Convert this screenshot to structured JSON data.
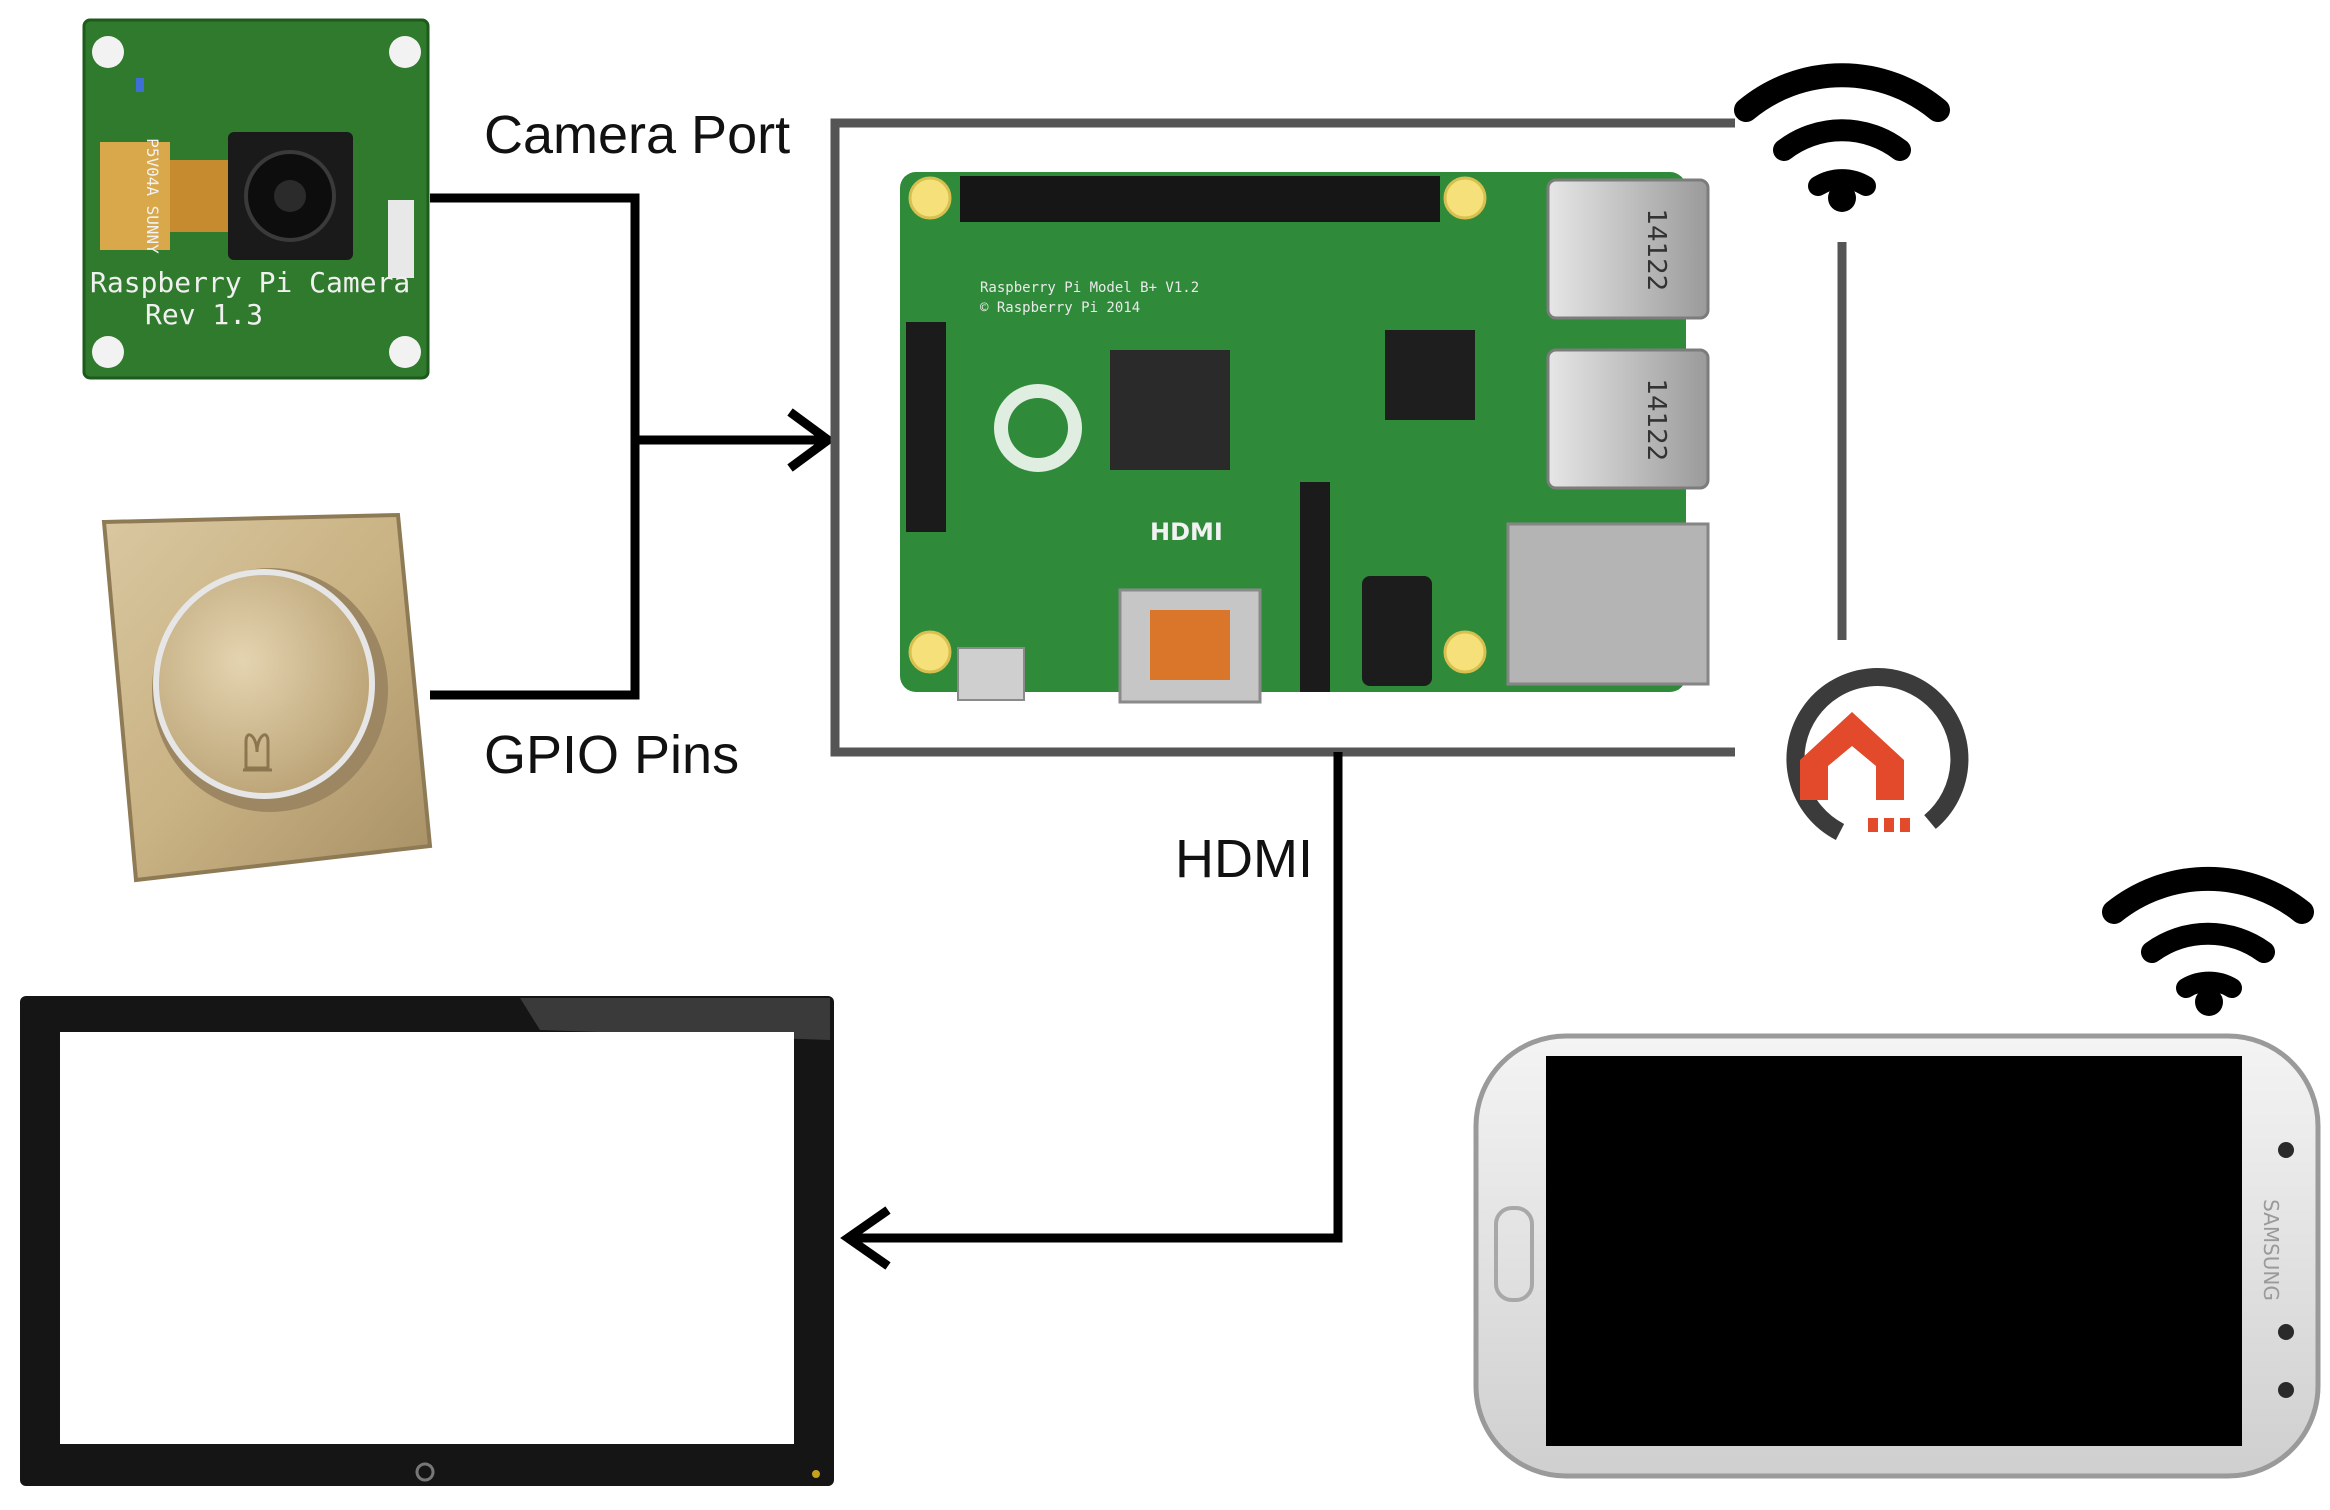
{
  "labels": {
    "camera_port": "Camera Port",
    "gpio_pins": "GPIO Pins",
    "hdmi": "HDMI"
  },
  "board_text": {
    "camera_model": "Raspberry Pi Camera",
    "camera_rev": "Rev 1.3",
    "camera_sensor": "P5V04A SUNNY",
    "pi_model": "Raspberry Pi Model B+ V1.2",
    "pi_copyright": "© Raspberry Pi 2014",
    "pi_hdmi": "HDMI",
    "usb_code": "14122",
    "phone_brand": "SAMSUNG"
  },
  "colors": {
    "line": "#000000",
    "frame": "#555555",
    "wifi": "#000000",
    "pcb": "#2f8a3a",
    "home_red": "#e24a2b"
  }
}
